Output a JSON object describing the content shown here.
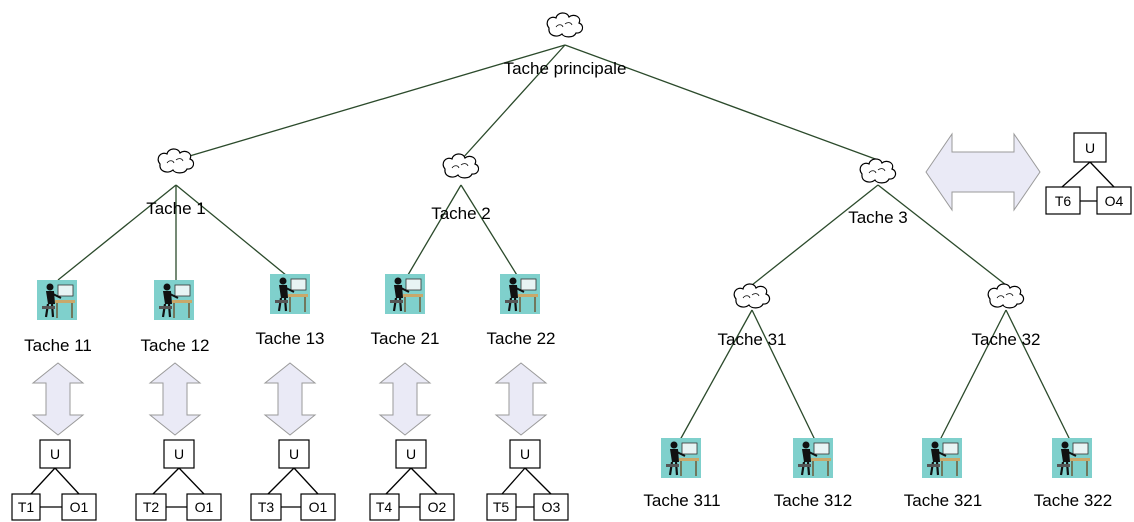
{
  "colors": {
    "edge": "#2b4a2b",
    "arrow_fill": "#eaeaf6",
    "arrow_stroke": "#9a9a9a",
    "icon_bg": "#7fd0cc"
  },
  "nodes": {
    "root": "Tache principale",
    "t1": "Tache 1",
    "t2": "Tache 2",
    "t3": "Tache 3",
    "t11": "Tache 11",
    "t12": "Tache 12",
    "t13": "Tache 13",
    "t21": "Tache 21",
    "t22": "Tache 22",
    "t31": "Tache 31",
    "t32": "Tache 32",
    "t311": "Tache 311",
    "t312": "Tache 312",
    "t321": "Tache 321",
    "t322": "Tache 322"
  },
  "legend": {
    "u": "U",
    "t": "T6",
    "o": "O4"
  },
  "triads": [
    {
      "u": "U",
      "t": "T1",
      "o": "O1"
    },
    {
      "u": "U",
      "t": "T2",
      "o": "O1"
    },
    {
      "u": "U",
      "t": "T3",
      "o": "O1"
    },
    {
      "u": "U",
      "t": "T4",
      "o": "O2"
    },
    {
      "u": "U",
      "t": "T5",
      "o": "O3"
    }
  ],
  "icons": {
    "abstract": "cloud-icon",
    "user": "user-at-computer-icon",
    "equivalence": "double-arrow-icon"
  }
}
